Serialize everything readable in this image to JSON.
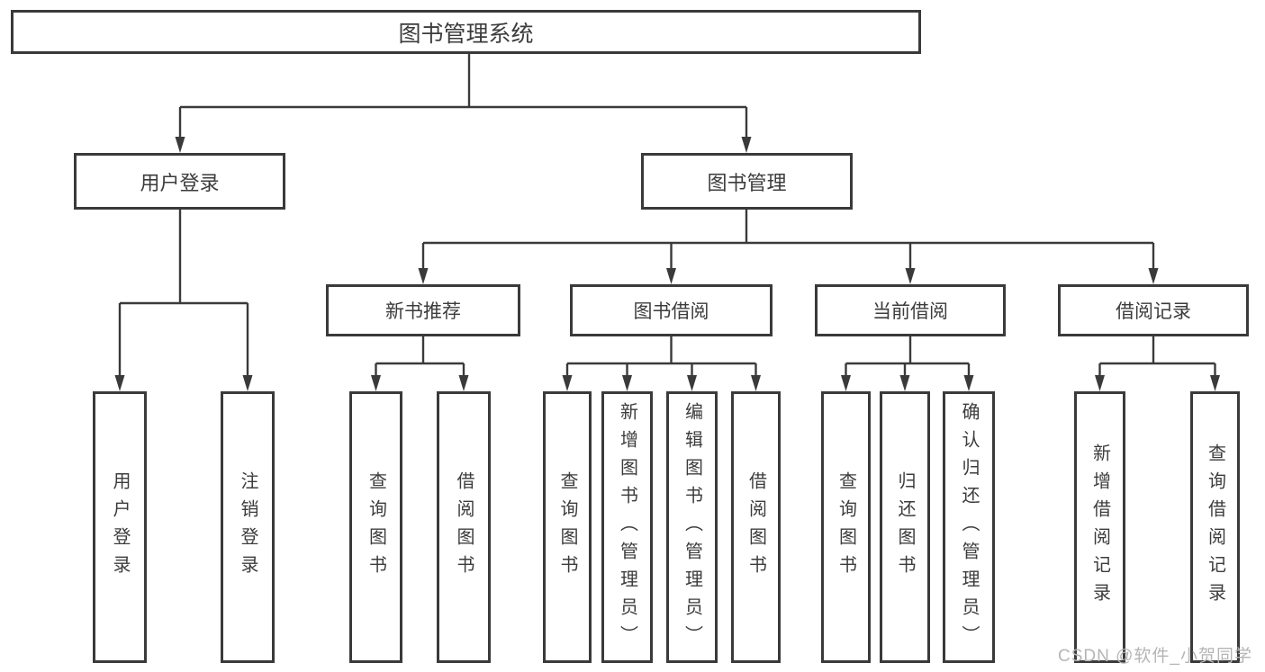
{
  "palette": {
    "line": "#3a3a3a",
    "text": "#3c3c3c",
    "box_background": "#ffffff",
    "watermark_gray": "#b5b5b5"
  },
  "nodes": {
    "root": {
      "label": "图书管理系统"
    },
    "user_login": {
      "label": "用户登录"
    },
    "book_mgmt": {
      "label": "图书管理"
    },
    "new_book": {
      "label": "新书推荐"
    },
    "book_borrow": {
      "label": "图书借阅"
    },
    "current_borrow": {
      "label": "当前借阅"
    },
    "borrow_records": {
      "label": "借阅记录"
    },
    "leaves": [
      {
        "label": "用户登录"
      },
      {
        "label": "注销登录"
      },
      {
        "label": "查询图书"
      },
      {
        "label": "借阅图书"
      },
      {
        "label": "查询图书"
      },
      {
        "label": "新增图书（管理员）"
      },
      {
        "label": "编辑图书（管理员）"
      },
      {
        "label": "借阅图书"
      },
      {
        "label": "查询图书"
      },
      {
        "label": "归还图书"
      },
      {
        "label": "确认归还（管理员）"
      },
      {
        "label": "新增借阅记录"
      },
      {
        "label": "查询借阅记录"
      }
    ]
  },
  "watermark": {
    "text": "CSDN @软件_小贺同学"
  }
}
